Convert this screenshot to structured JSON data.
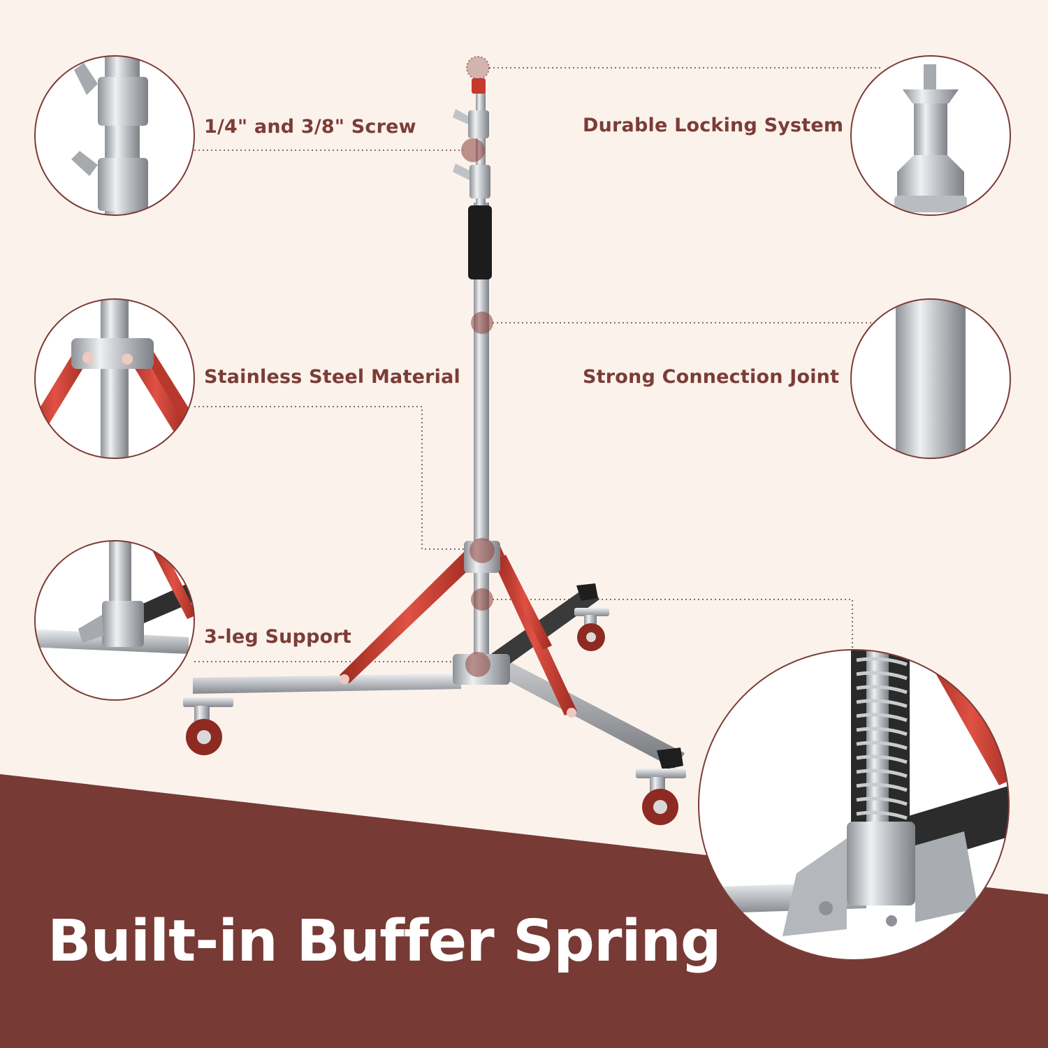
{
  "colors": {
    "background": "#fbf2ec",
    "label_text": "#7c3c36",
    "banner": "#773a35",
    "headline_text": "#ffffff",
    "accent_red": "#c6392d",
    "steel": "#c4c6c9",
    "marker": "#8a3f3a"
  },
  "callouts": {
    "screw": "1/4\" and 3/8\" Screw",
    "locking": "Durable Locking System",
    "stainless": "Stainless Steel Material",
    "joint": "Strong Connection Joint",
    "legs": "3-leg Support"
  },
  "headline": "Built-in Buffer Spring"
}
